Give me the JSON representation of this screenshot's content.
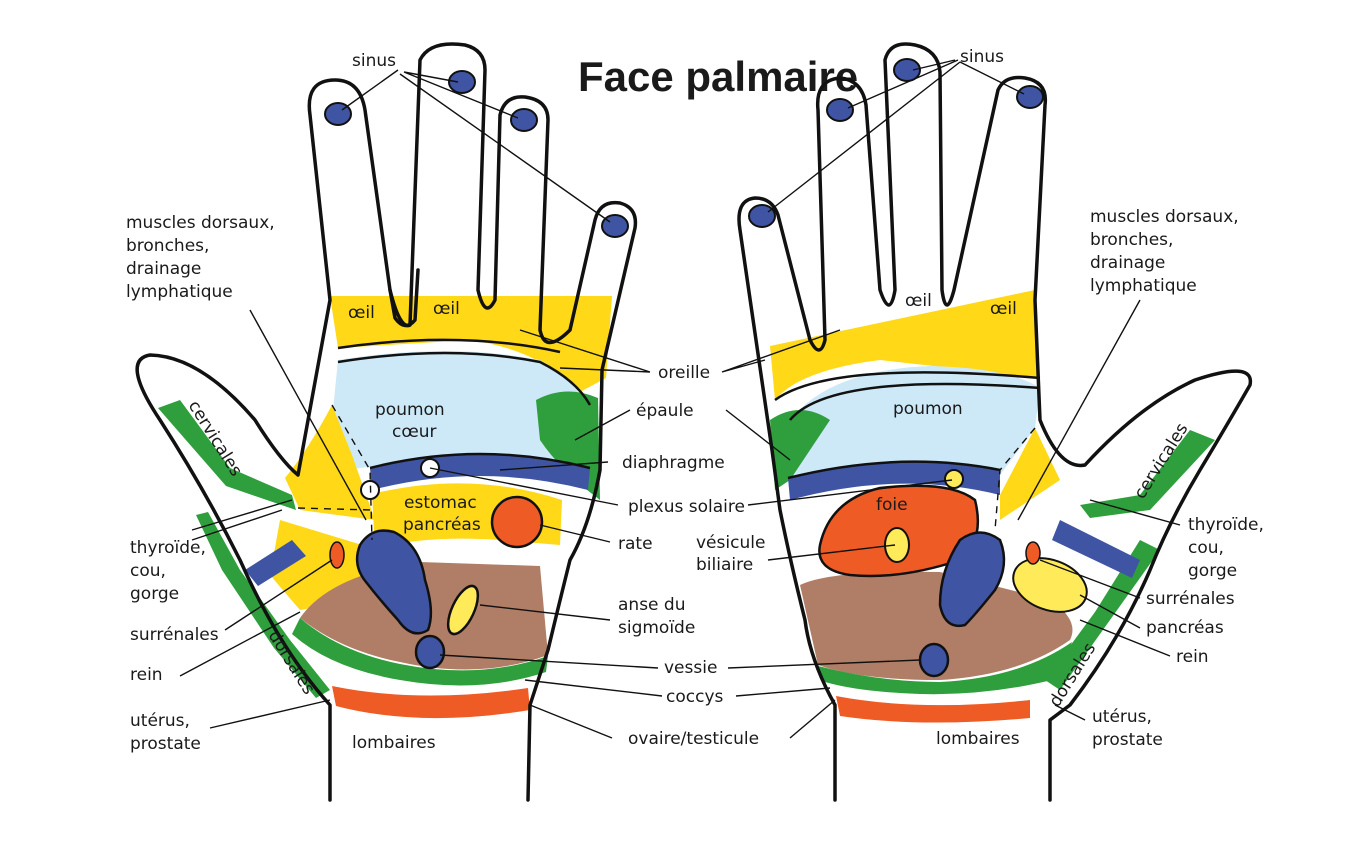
{
  "title": "Face palmaire",
  "colors": {
    "yellow": "#FFD817",
    "lightblue": "#CDE9F8",
    "green": "#2F9E3D",
    "blue": "#3F55A3",
    "orange": "#EF5B24",
    "brown": "#B07E66",
    "lightyellow": "#FFEB5A",
    "white": "#FFFFFF",
    "outline": "#111111"
  },
  "left_hand": {
    "zones": {
      "oeil_1": "œil",
      "oeil_2": "œil",
      "poumon": "poumon",
      "coeur": "cœur",
      "estomac": "estomac",
      "pancreas": "pancréas",
      "lombaires": "lombaires",
      "cervicales": "cervicales",
      "dorsales": "dorsales"
    },
    "labels": {
      "muscles_1": "muscles dorsaux,",
      "muscles_2": "bronches,",
      "muscles_3": "drainage",
      "muscles_4": "lymphatique",
      "thyroide_1": "thyroïde,",
      "thyroide_2": "cou,",
      "thyroide_3": "gorge",
      "surrenales": "surrénales",
      "rein": "rein",
      "uterus_1": "utérus,",
      "uterus_2": "prostate"
    }
  },
  "center_labels": {
    "sinus_left": "sinus",
    "sinus_right": "sinus",
    "oreille": "oreille",
    "epaule": "épaule",
    "diaphragme": "diaphragme",
    "plexus_solaire": "plexus solaire",
    "rate": "rate",
    "anse_1": "anse du",
    "anse_2": "sigmoïde",
    "vesicule_1": "vésicule",
    "vesicule_2": "biliaire",
    "vessie": "vessie",
    "coccys": "coccys",
    "ovaire": "ovaire/testicule"
  },
  "right_hand": {
    "zones": {
      "oeil_1": "œil",
      "oeil_2": "œil",
      "poumon": "poumon",
      "foie": "foie",
      "lombaires": "lombaires",
      "cervicales": "cervicales",
      "dorsales": "dorsales"
    },
    "labels": {
      "muscles_1": "muscles dorsaux,",
      "muscles_2": "bronches,",
      "muscles_3": "drainage",
      "muscles_4": "lymphatique",
      "thyroide_1": "thyroïde,",
      "thyroide_2": "cou,",
      "thyroide_3": "gorge",
      "surrenales": "surrénales",
      "pancreas": "pancréas",
      "rein": "rein",
      "uterus_1": "utérus,",
      "uterus_2": "prostate"
    }
  }
}
